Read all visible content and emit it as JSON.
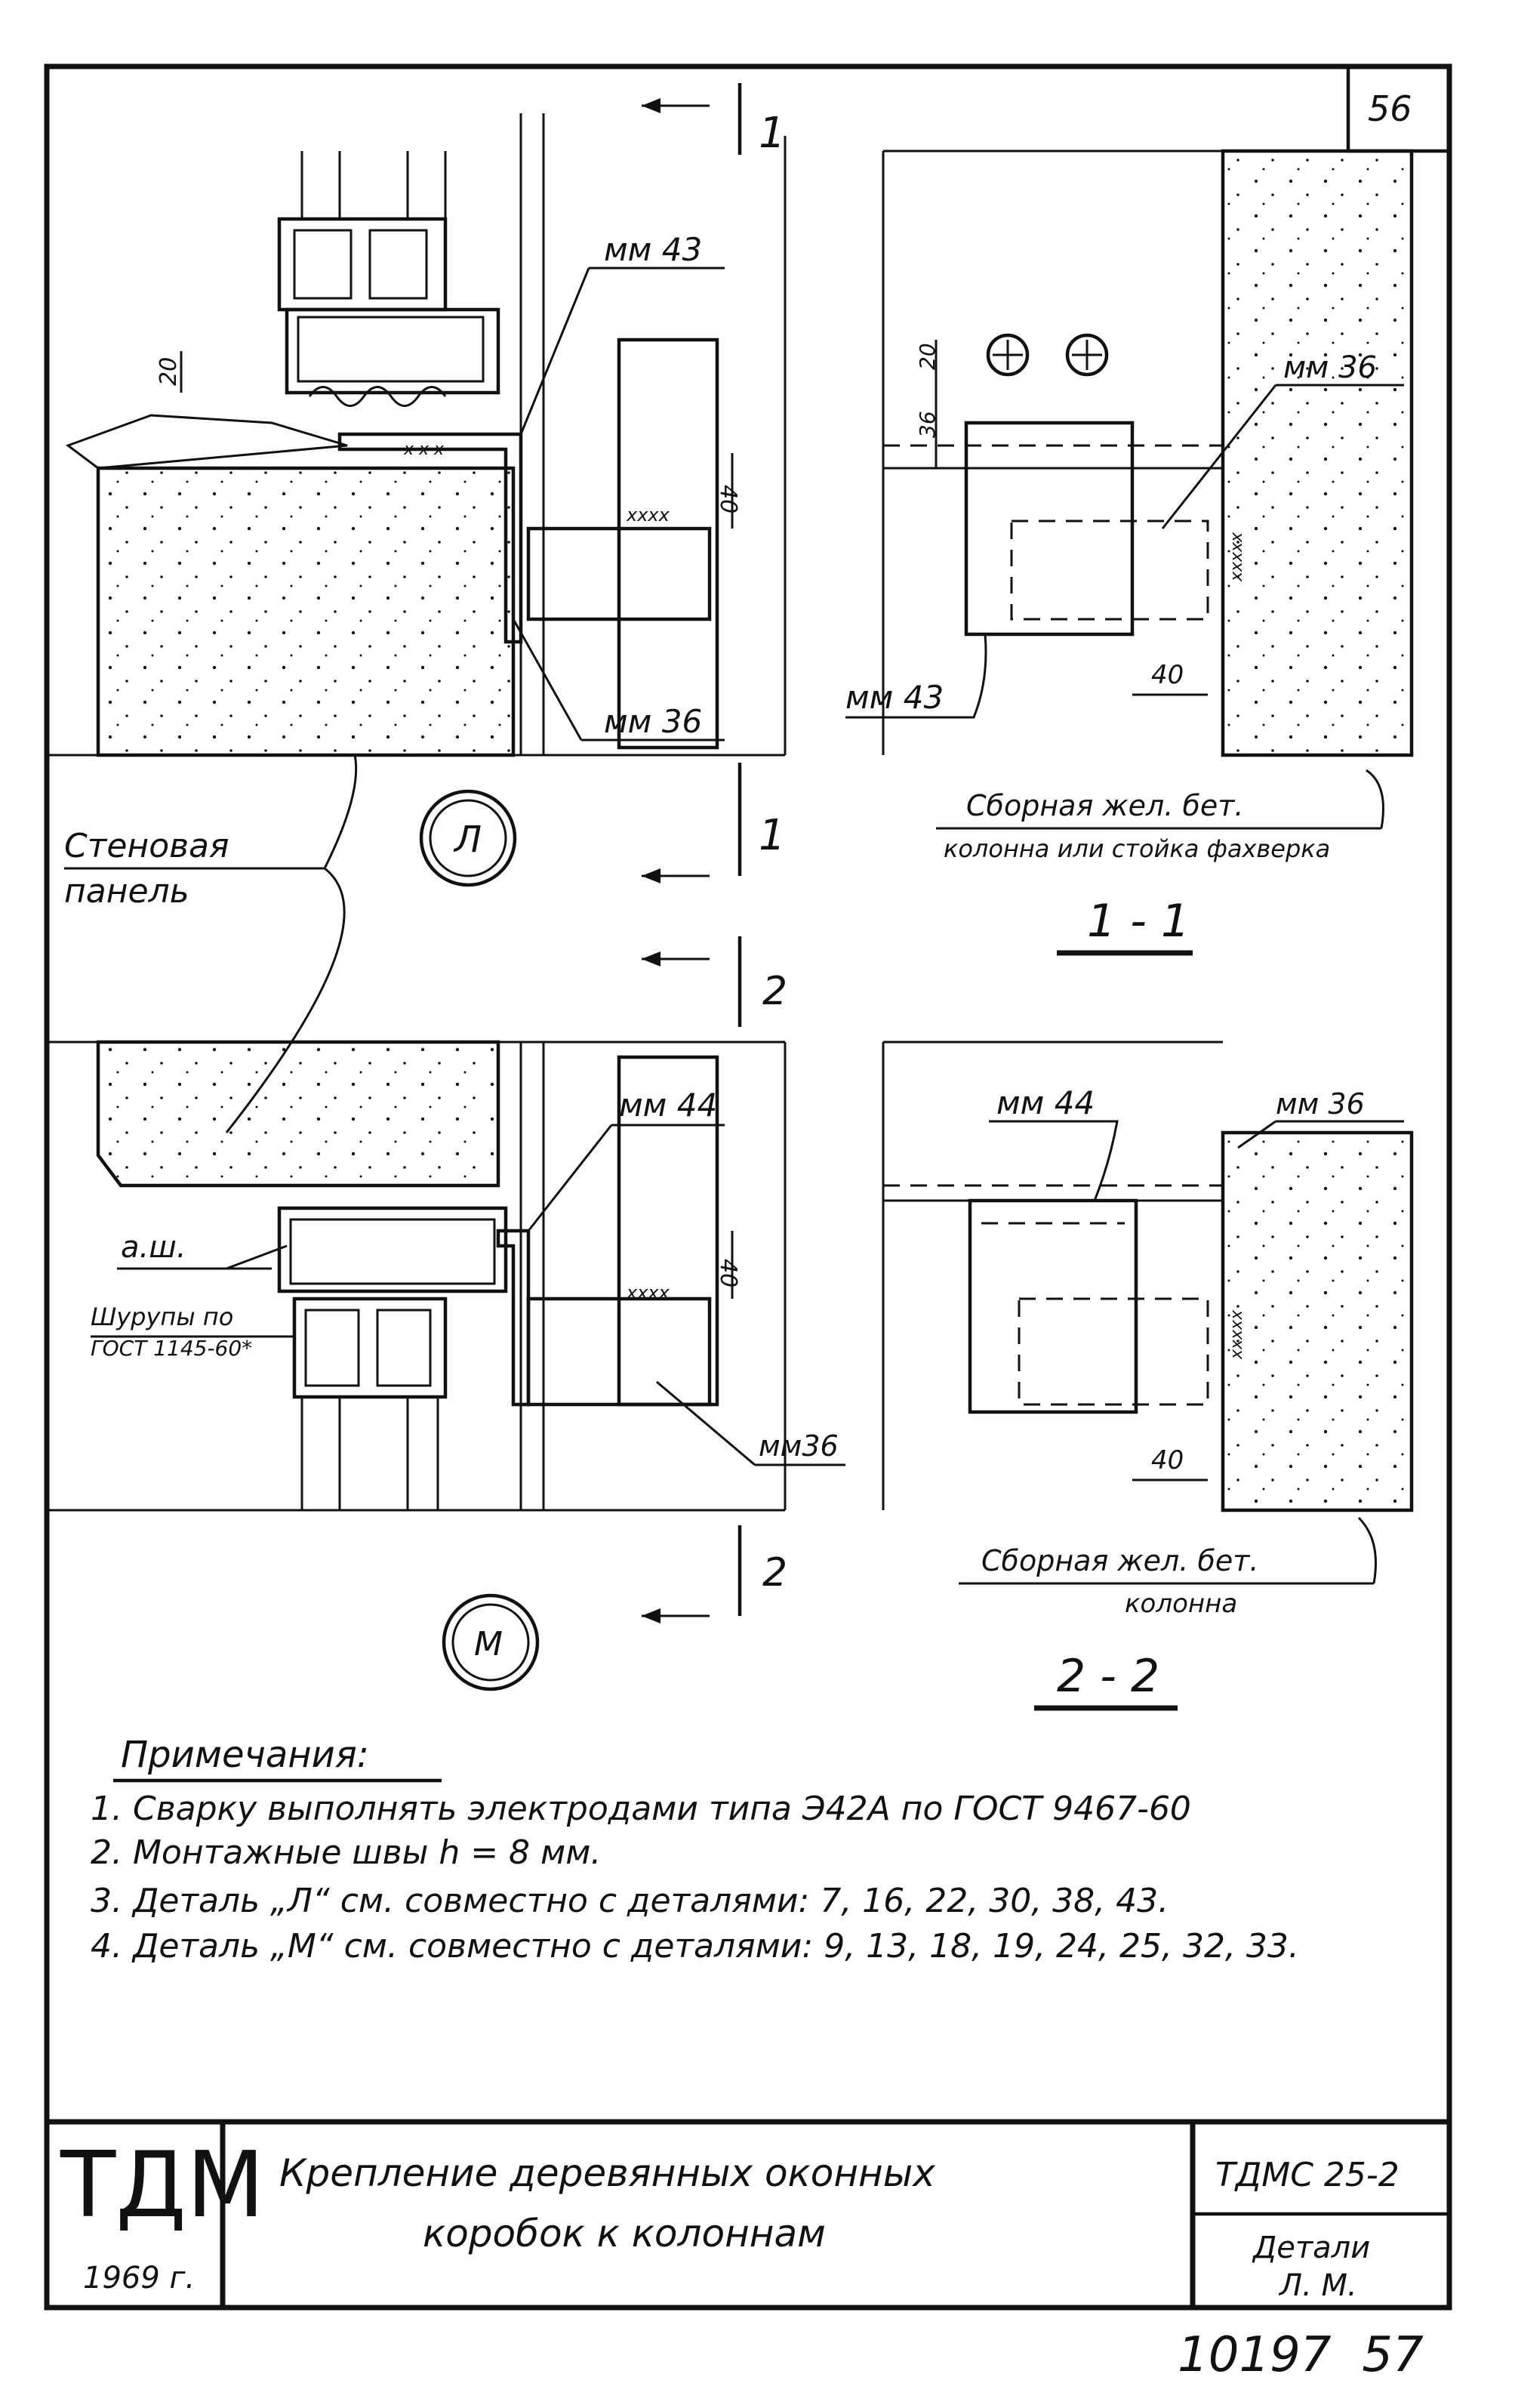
{
  "sheet": {
    "page_number": "56",
    "bottom_number": "10197  57"
  },
  "detail_l": {
    "marker": "Л",
    "labels": {
      "mm43": "мм 43",
      "mm36": "мм 36",
      "dim20": "20",
      "dim40": "40"
    },
    "section_no": "1"
  },
  "detail_m": {
    "marker": "М",
    "labels": {
      "mm44": "мм 44",
      "mm36": "мм36",
      "dim40": "40",
      "aw": "а.ш.",
      "screws_1": "Шурупы по",
      "screws_2": "ГОСТ 1145-60*"
    },
    "section_no": "2"
  },
  "wall_panel": {
    "line1": "Стеновая",
    "line2": "панель"
  },
  "section_1_1": {
    "title": "1 - 1",
    "labels": {
      "mm43": "мм 43",
      "mm36": "мм 36",
      "dim40": "40",
      "dim36": "36",
      "dim20": "20"
    },
    "caption_1": "Сборная жел. бет.",
    "caption_2": "колонна или стойка фахверка"
  },
  "section_2_2": {
    "title": "2 - 2",
    "labels": {
      "mm44": "мм 44",
      "mm36": "мм 36",
      "dim40": "40"
    },
    "caption_1": "Сборная жел. бет.",
    "caption_2": "колонна"
  },
  "notes": {
    "heading": "Примечания:",
    "items": [
      "1. Сварку выполнять электродами типа Э42А по ГОСТ 9467-60",
      "2. Монтажные швы h = 8 мм.",
      "3. Деталь „Л“ см. совместно с деталями: 7, 16, 22, 30, 38, 43.",
      "4. Деталь „М“ см. совместно с деталями: 9, 13, 18, 19, 24, 25, 32, 33."
    ]
  },
  "title_block": {
    "org": "ТДМ",
    "year": "1969 г.",
    "title_line1": "Крепление деревянных оконных",
    "title_line2": "коробок к колоннам",
    "code": "ТДМС 25-2",
    "sheet_name_1": "Детали",
    "sheet_name_2": "Л. М."
  }
}
